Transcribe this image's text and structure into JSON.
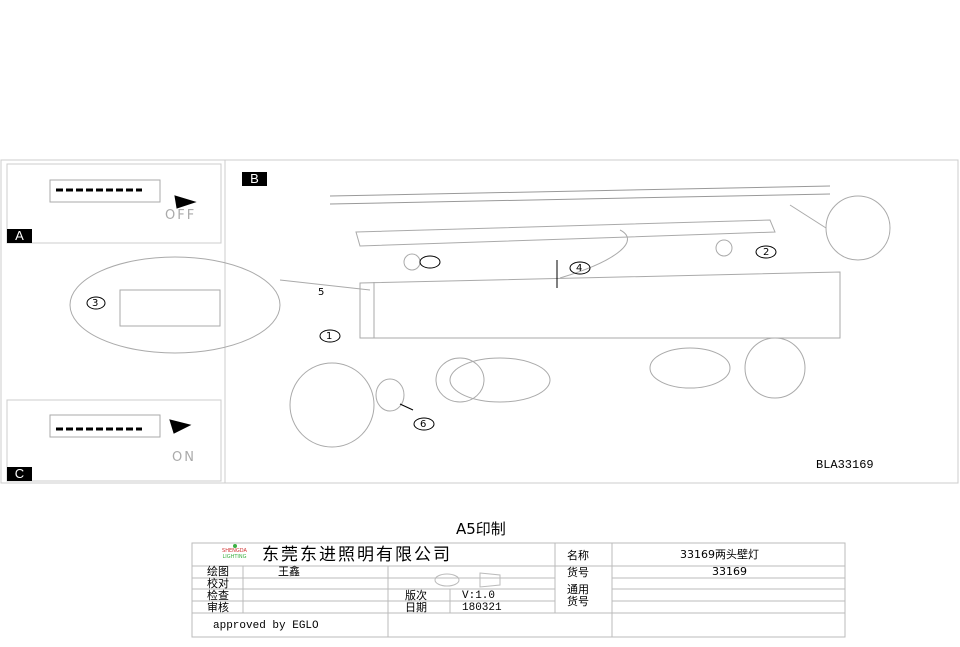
{
  "drawing": {
    "panel_labels": {
      "a": "A",
      "b": "B",
      "c": "C"
    },
    "switch_off": "OFF",
    "switch_on": "ON",
    "callouts": [
      "1",
      "2",
      "3",
      "4",
      "5",
      "6"
    ],
    "model_code": "BLA33169"
  },
  "print_note": "A5印制",
  "title_block": {
    "logo_text": [
      "SHENGDA",
      "LIGHTING"
    ],
    "company": "东莞东进照明有限公司",
    "drawn_label": "绘图",
    "drawn_by": "王鑫",
    "check_label": "校对",
    "inspect_label": "检查",
    "review_label": "审核",
    "version_label": "版次",
    "version": "V:1.0",
    "date_label": "日期",
    "date": "180321",
    "name_label": "名称",
    "name": "33169两头壁灯",
    "item_no_label": "货号",
    "item_no": "33169",
    "general_item_label": [
      "通用",
      "货号"
    ],
    "approval": "approved by EGLO"
  },
  "colors": {
    "line": "#bbbbbb",
    "logo_green": "#3cb043",
    "logo_red": "#d03030"
  }
}
